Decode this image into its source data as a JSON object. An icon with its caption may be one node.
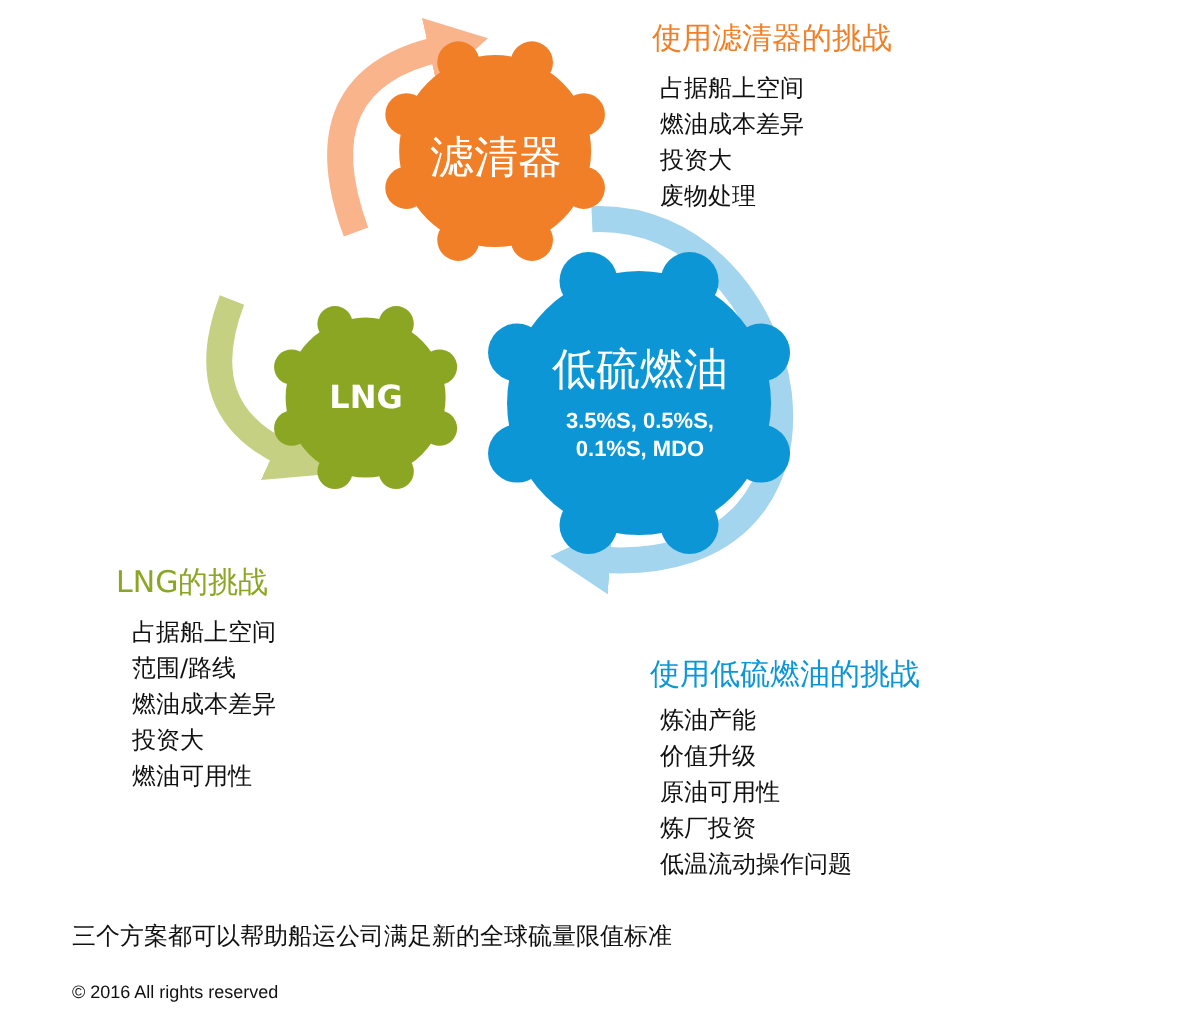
{
  "diagram": {
    "caption": "三个方案都可以帮助船运公司满足新的全球硫量限值标准",
    "nodes": [
      {
        "text": [
          "滤清器"
        ]
      },
      {
        "text": [
          "LNG"
        ]
      },
      {
        "text": [
          "低硫燃油",
          "3.5%S, 0.5%S, 0.1%S, MDO"
        ]
      }
    ],
    "edges": [
      {
        "from": null,
        "to": 0,
        "arrow": "to",
        "color": "#f9b48c"
      },
      {
        "from": 0,
        "to": 2,
        "arrow": "to",
        "color": "#a3d5ef"
      },
      {
        "from": null,
        "to": 1,
        "arrow": "to",
        "color": "#c5d083"
      }
    ],
    "labels": [
      "使用滤清器的挑战",
      "占据船上空间",
      "燃油成本差异",
      "投资大",
      "废物处理",
      "LNG的挑战",
      "占据船上空间",
      "范围/路线",
      "燃油成本差异",
      "投资大",
      "燃油可用性",
      "使用低硫燃油的挑战",
      "炼油产能",
      "价值升级",
      "原油可用性",
      "炼厂投资",
      "低温流动操作问题",
      "© 2016 All rights reserved"
    ]
  }
}
